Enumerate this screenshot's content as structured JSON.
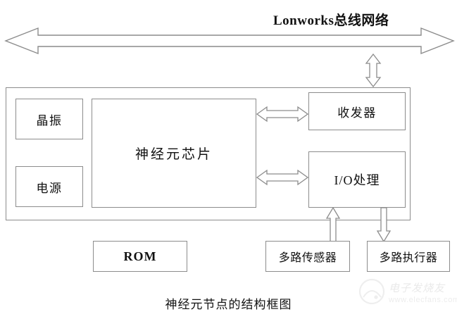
{
  "diagram": {
    "title": "Lonworks总线网络",
    "caption": "神经元节点的结构框图",
    "node_container_label": "neuron-node-container",
    "blocks": {
      "oscillator": "晶振",
      "power": "电源",
      "neuron_chip": "神经元芯片",
      "transceiver": "收发器",
      "io_processing": "I/O处理",
      "rom": "ROM",
      "sensors": "多路传感器",
      "actuators": "多路执行器"
    },
    "connectors": {
      "bus_line": "bidirectional-bus-arrow",
      "bus_to_transceiver": "bidirectional-vertical-arrow",
      "chip_to_transceiver": "bidirectional-horizontal-arrow",
      "chip_to_io": "bidirectional-horizontal-arrow",
      "sensors_to_io": "upward-arrow",
      "io_to_actuators": "downward-arrow"
    },
    "colors": {
      "stroke": "#8c8c8c",
      "text": "#111111",
      "background": "#ffffff"
    }
  },
  "watermark": {
    "brand": "电子发烧友",
    "url": "www.elecfans.com"
  }
}
